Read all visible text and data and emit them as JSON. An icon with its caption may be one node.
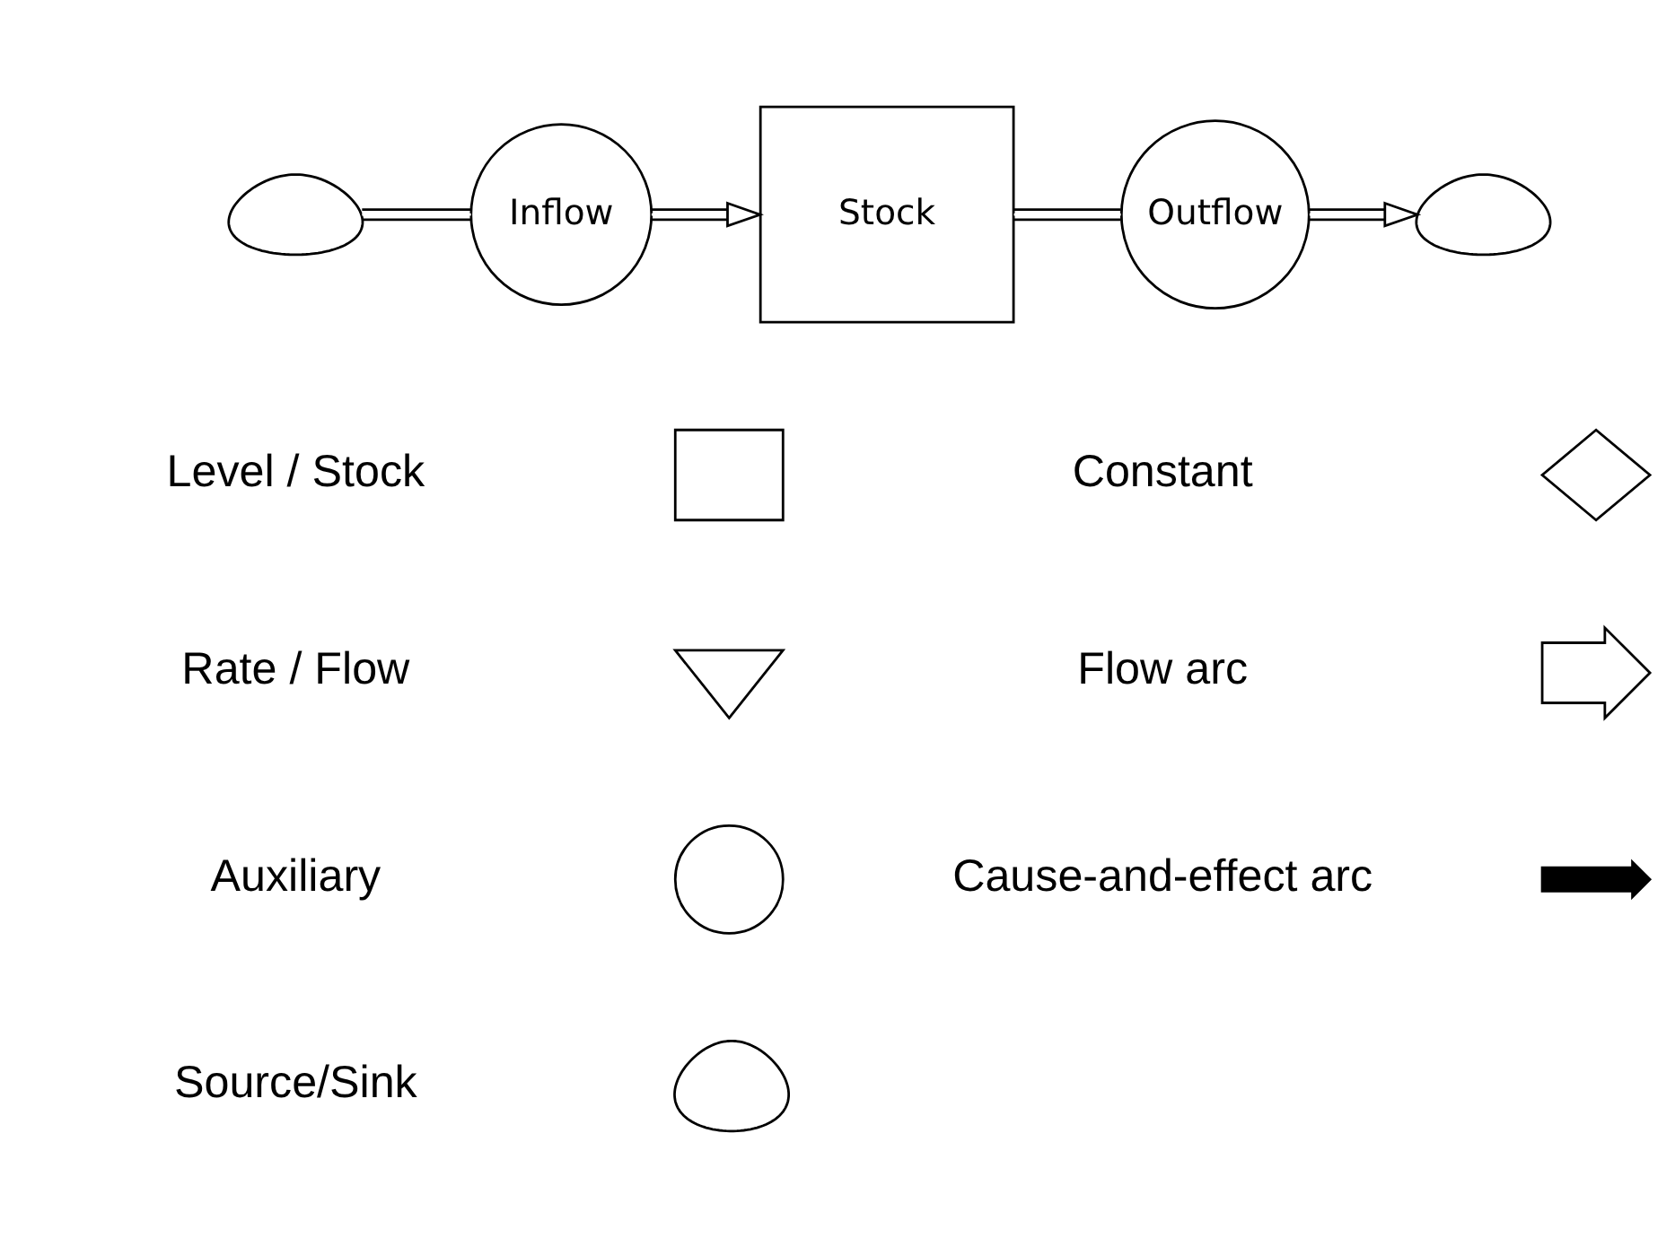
{
  "diagram": {
    "nodes": [
      {
        "text": [],
        "shape": "cloud"
      },
      {
        "text": [
          "Inflow"
        ]
      },
      {
        "text": [
          "Stock"
        ]
      },
      {
        "text": [
          "Outflow"
        ]
      },
      {
        "text": [],
        "shape": "cloud"
      },
      {
        "text": [],
        "shape": "box"
      },
      {
        "text": [],
        "shape": "diamond"
      },
      {
        "text": [],
        "shape": "hourglass"
      },
      {
        "text": [],
        "shape": "arrow"
      },
      {
        "text": [],
        "shape": "circle"
      },
      {
        "text": [],
        "shape": "arrow"
      },
      {
        "text": [],
        "shape": "cloud"
      }
    ],
    "edges": [
      {
        "from": 0,
        "to": 1,
        "arrow": "none"
      },
      {
        "from": 1,
        "to": 2,
        "arrow": "to"
      },
      {
        "from": 2,
        "to": 3,
        "arrow": "none"
      },
      {
        "from": 3,
        "to": 4,
        "arrow": "to"
      }
    ],
    "legend": [
      {
        "text": "Level / Stock"
      },
      {
        "text": "Constant"
      },
      {
        "text": "Rate / Flow"
      },
      {
        "text": "Flow arc"
      },
      {
        "text": "Auxiliary"
      },
      {
        "text": "Cause-and-effect arc"
      },
      {
        "text": "Source/Sink"
      }
    ]
  }
}
